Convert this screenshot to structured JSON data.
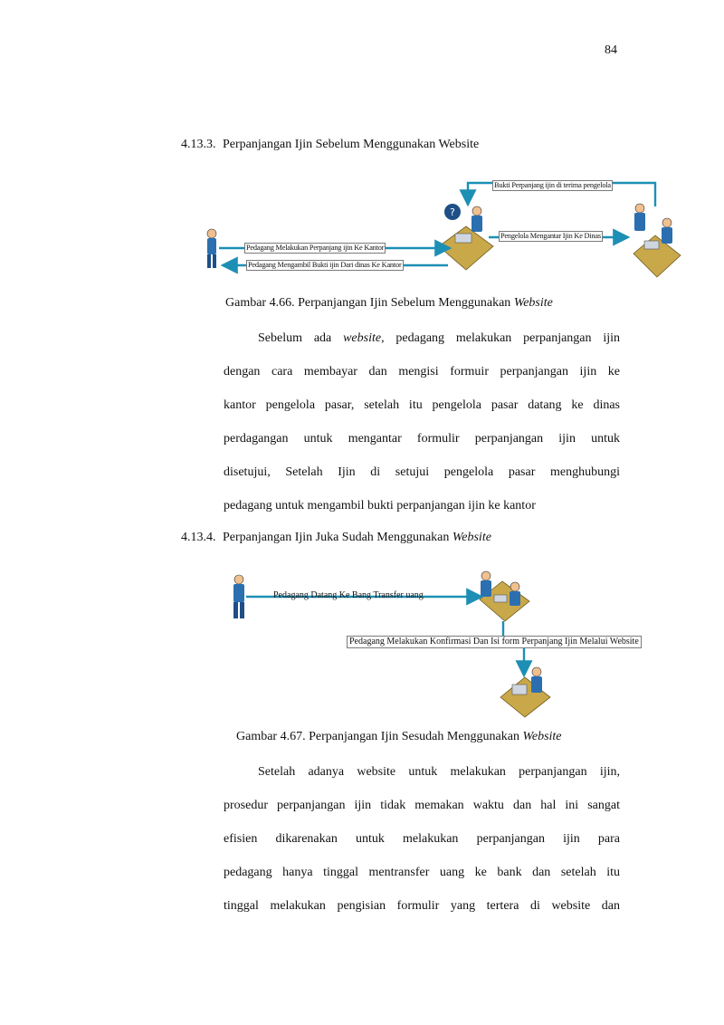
{
  "page_number": "84",
  "section1": {
    "number": "4.13.3.",
    "title": "Perpanjangan Ijin Sebelum Menggunakan Website",
    "diagram": {
      "label_top": "Bukti Perpanjang ijin di terima pengelola",
      "label_right": "Pengelola Mengantar Ijin Ke Dinas",
      "label_in": "Pedagang Melakukan Perpanjang ijin  Ke Kantor",
      "label_out": "Pedagang Mengambil Bukti ijin Dari dinas Ke Kantor"
    },
    "caption_prefix": "Gambar 4.66. Perpanjangan Ijin Sebelum Menggunakan ",
    "caption_em": "Website",
    "paragraph": {
      "l1a": "Sebelum ada ",
      "l1em": "website",
      "l1b": ", pedagang melakukan perpanjangan ijin",
      "l2": "dengan cara membayar dan mengisi formuir perpanjangan ijin ke",
      "l3": "kantor pengelola pasar, setelah itu pengelola pasar datang ke dinas",
      "l4": "perdagangan untuk mengantar formulir perpanjangan ijin untuk",
      "l5": "disetujui, Setelah Ijin di setujui pengelola pasar menghubungi",
      "l6": "pedagang untuk mengambil bukti perpanjangan ijin ke kantor"
    }
  },
  "section2": {
    "number": "4.13.4.",
    "title_prefix": "Perpanjangan Ijin Juka Sudah Menggunakan ",
    "title_em": "Website",
    "diagram": {
      "label_bank": "Pedagang Datang Ke Bang Transfer uang",
      "label_confirm": "Pedagang Melakukan Konfirmasi Dan Isi form Perpanjang Ijin Melalui Website"
    },
    "caption_prefix": "Gambar 4.67. Perpanjangan Ijin Sesudah Menggunakan ",
    "caption_em": "Website",
    "paragraph": {
      "l1": "Setelah adanya website untuk melakukan perpanjangan ijin,",
      "l2": "prosedur perpanjangan ijin tidak memakan waktu dan hal ini sangat",
      "l3": "efisien dikarenakan untuk melakukan perpanjangan ijin para",
      "l4": "pedagang hanya tinggal mentransfer uang ke bank dan setelah itu",
      "l5": "tinggal melakukan pengisian formulir yang tertera di website dan"
    }
  },
  "colors": {
    "arrow": "#1d8fb5",
    "figure": "#2b6fb0",
    "desk": "#c9a84a"
  }
}
